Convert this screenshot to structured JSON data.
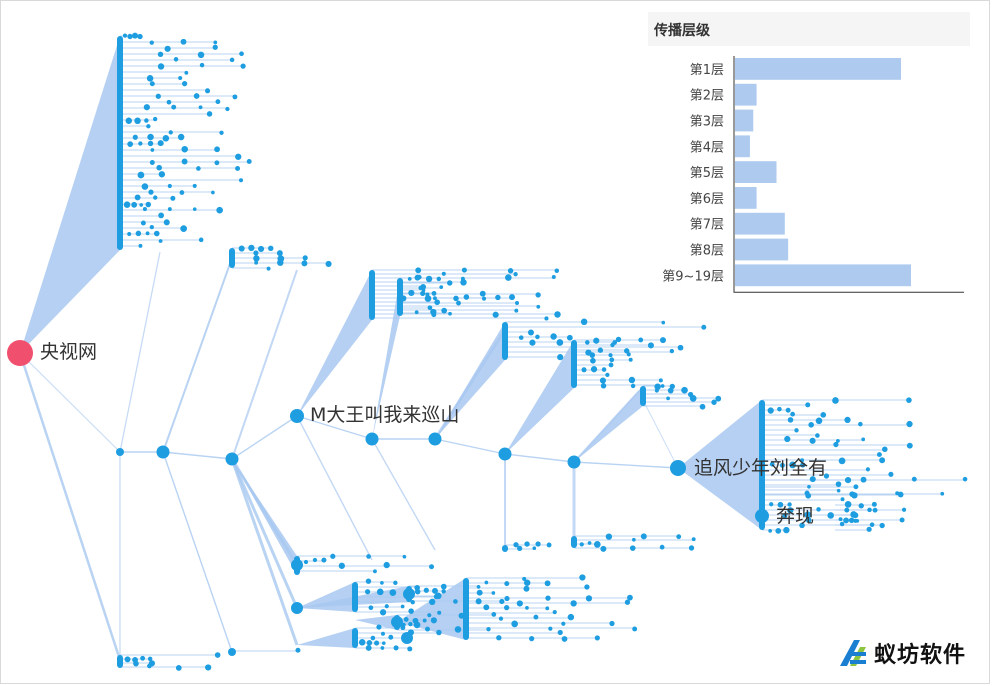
{
  "diagram": {
    "root_label": "央视网",
    "key_nodes": [
      {
        "id": "m",
        "label": "M大王叫我来巡山"
      },
      {
        "id": "z",
        "label": "追风少年刘全有"
      },
      {
        "id": "b",
        "label": "奔现"
      }
    ],
    "colors": {
      "root": "#f0506e",
      "node": "#1e9ee0",
      "edge": "#a8c8f0",
      "bar": "#aecbef"
    }
  },
  "legend": {
    "title": "传播层级",
    "levels": [
      "第1层",
      "第2层",
      "第3层",
      "第4层",
      "第5层",
      "第6层",
      "第7层",
      "第8层",
      "第9~19层"
    ],
    "values": [
      100,
      13,
      11,
      9,
      25,
      13,
      30,
      32,
      106
    ]
  },
  "branding": {
    "logo_icon": "mafeng-logo-icon",
    "logo_text": "蚁坊软件"
  }
}
